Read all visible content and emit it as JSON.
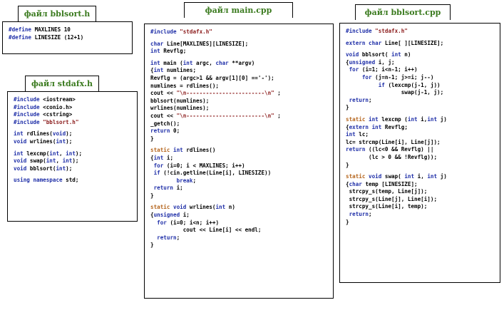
{
  "files": {
    "bblsort_h": {
      "title": "файл bblsort.h",
      "lines": [
        "#define MAXLINES 10",
        "#define LINESIZE (12+1)"
      ]
    },
    "stdafx_h": {
      "title": "файл stdafx.h",
      "lines": [
        "#include <iostream>",
        "#include <conio.h>",
        "#include <cstring>",
        "#include \"bblsort.h\"",
        "",
        "int rdlines(void);",
        "void wrlines(int);",
        "",
        "int lexcmp(int, int);",
        "void swap(int, int);",
        "void bblsort(int);",
        "",
        "using namespace std;"
      ]
    },
    "main_cpp": {
      "title": "файл main.cpp",
      "lines": [
        "#include \"stdafx.h\"",
        "",
        "char Line[MAXLINES][LINESIZE];",
        "int Revflg;",
        "",
        "int main (int argc, char **argv)",
        "{int numlines;",
        "Revflg = (argc>1 && argv[1][0] =='-');",
        "numlines = rdlines();",
        "cout << \"\\n------------------------\\n\" ;",
        "bblsort(numlines);",
        "wrlines(numlines);",
        "cout << \"\\n------------------------\\n\" ;",
        "_getch();",
        "return 0;",
        "}",
        "",
        "static int rdlines()",
        "{int i;",
        " for (i=0; i < MAXLINES; i++)",
        " if (!cin.getline(Line[i], LINESIZE))",
        "        break;",
        " return i;",
        "}",
        "",
        "static void wrlines(int n)",
        "{unsigned i;",
        "  for (i=0; i<n; i++)",
        "          cout << Line[i] << endl;",
        "  return;",
        "}"
      ]
    },
    "bblsort_cpp": {
      "title": "файл bblsort.cpp",
      "lines": [
        "#include \"stdafx.h\"",
        "",
        "extern char Line[ ][LINESIZE];",
        "",
        "void bblsort( int n)",
        "{unsigned i, j;",
        " for (i=1; i<n-1; i++)",
        "     for (j=n-1; j>=i; j--)",
        "          if (lexcmp(j-1, j))",
        "                 swap(j-1, j);",
        " return;",
        "}",
        "",
        "static int lexcmp (int i,int j)",
        "{extern int Revflg;",
        "int lc;",
        "lc= strcmp(Line[i], Line[j]);",
        "return ((lc<0 && Revflg) ||",
        "       (lc > 0 && !Revflg));",
        "}",
        "",
        "static void swap( int i, int j)",
        "{char temp [LINESIZE];",
        " strcpy_s(temp, Line[j]);",
        " strcpy_s(Line[j], Line[i]);",
        " strcpy_s(Line[i], temp);",
        " return;",
        "}"
      ]
    }
  },
  "colors": {
    "title": "#3a7a1e",
    "keyword": "#1f2fa8",
    "string": "#8b1a1a",
    "static_keyword": "#b5651d"
  }
}
